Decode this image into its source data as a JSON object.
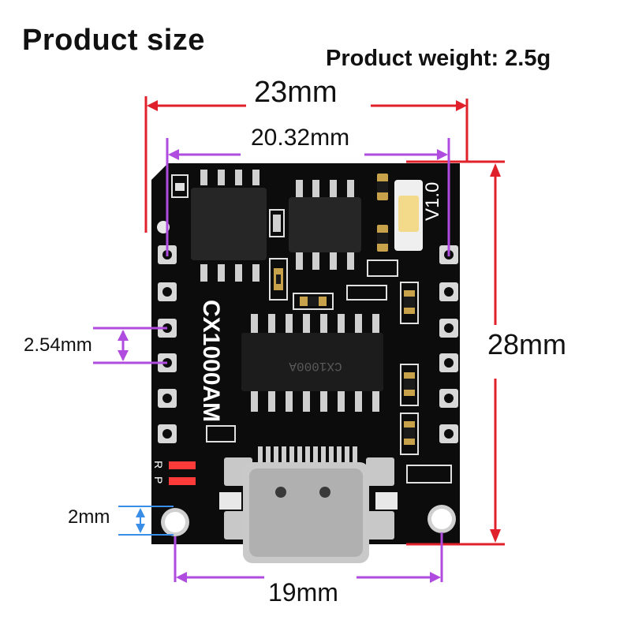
{
  "header": {
    "title": "Product size",
    "weight": "Product weight: 2.5g"
  },
  "dimensions": {
    "overall_width": "23mm",
    "pin_span": "20.32mm",
    "height": "28mm",
    "pin_pitch": "2.54mm",
    "hole_margin": "2mm",
    "hole_spacing": "19mm"
  },
  "board": {
    "model": "CX1000AM",
    "version": "V1.0",
    "chip_marking": "CX1000A",
    "led_labels": [
      "R",
      "P"
    ]
  },
  "colors": {
    "board": "#0d0d0d",
    "dimension_red": "#e0202a",
    "dimension_purple": "#b04be0",
    "pad_gold": "#c8a24a",
    "silver": "#d9d9d9"
  }
}
